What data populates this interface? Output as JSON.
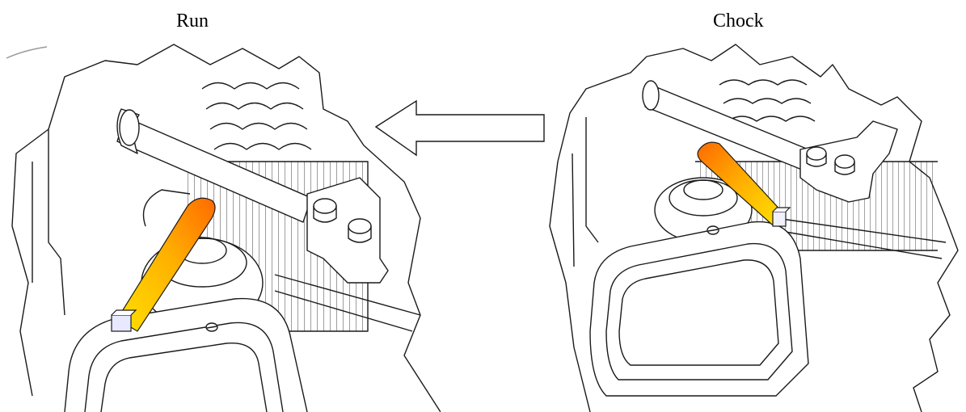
{
  "labels": {
    "left": "Run",
    "right": "Chock"
  },
  "colors": {
    "lever_start": "#ffe100",
    "lever_end": "#ff6a00",
    "line": "#1a1a1a",
    "background": "#ffffff"
  },
  "icons": {
    "transition_arrow": "left-arrow-outline"
  }
}
